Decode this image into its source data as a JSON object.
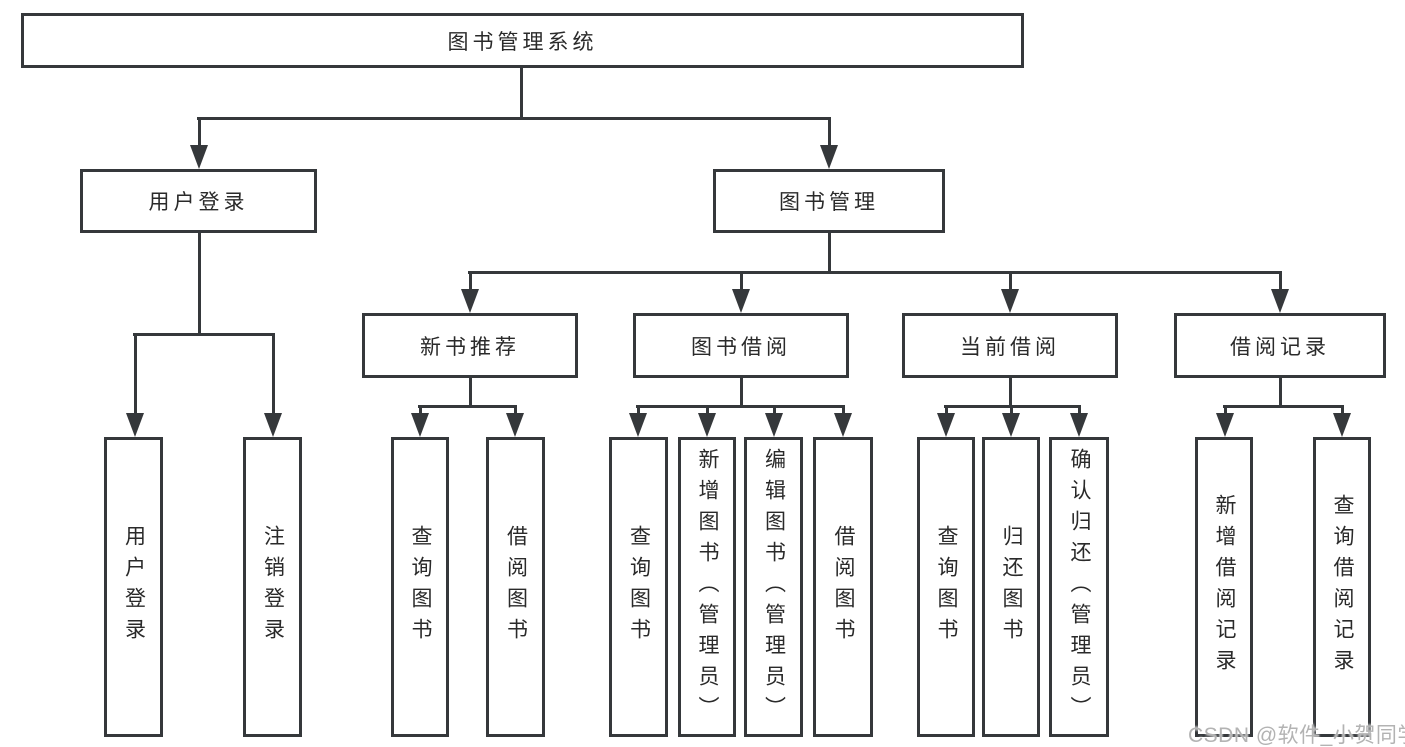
{
  "diagram_title": "图书管理系统",
  "colors": {
    "line": "#35383b",
    "text": "#2a2a2a",
    "background": "#ffffff",
    "watermark": "#b3b3b3"
  },
  "watermark": {
    "text": "CSDN @软件_小贺同学"
  },
  "nodes": {
    "root": {
      "label": "图书管理系统"
    },
    "login": {
      "label": "用户登录"
    },
    "mgmt": {
      "label": "图书管理"
    },
    "newbook": {
      "label": "新书推荐"
    },
    "borrow": {
      "label": "图书借阅"
    },
    "current": {
      "label": "当前借阅"
    },
    "records": {
      "label": "借阅记录"
    },
    "leaf_user_login": {
      "label": "用户登录"
    },
    "leaf_logout": {
      "label": "注销登录"
    },
    "leaf_nb_query": {
      "label": "查询图书"
    },
    "leaf_nb_borrow": {
      "label": "借阅图书"
    },
    "leaf_bw_query": {
      "label": "查询图书"
    },
    "leaf_bw_add": {
      "label": "新增图书（管理员）"
    },
    "leaf_bw_edit": {
      "label": "编辑图书（管理员）"
    },
    "leaf_bw_borrow": {
      "label": "借阅图书"
    },
    "leaf_cur_query": {
      "label": "查询图书"
    },
    "leaf_cur_return": {
      "label": "归还图书"
    },
    "leaf_cur_confirm": {
      "label": "确认归还（管理员）"
    },
    "leaf_rec_add": {
      "label": "新增借阅记录"
    },
    "leaf_rec_query": {
      "label": "查询借阅记录"
    }
  },
  "edges": [
    [
      "root",
      "login"
    ],
    [
      "root",
      "mgmt"
    ],
    [
      "login",
      "leaf_user_login"
    ],
    [
      "login",
      "leaf_logout"
    ],
    [
      "mgmt",
      "newbook"
    ],
    [
      "mgmt",
      "borrow"
    ],
    [
      "mgmt",
      "current"
    ],
    [
      "mgmt",
      "records"
    ],
    [
      "newbook",
      "leaf_nb_query"
    ],
    [
      "newbook",
      "leaf_nb_borrow"
    ],
    [
      "borrow",
      "leaf_bw_query"
    ],
    [
      "borrow",
      "leaf_bw_add"
    ],
    [
      "borrow",
      "leaf_bw_edit"
    ],
    [
      "borrow",
      "leaf_bw_borrow"
    ],
    [
      "current",
      "leaf_cur_query"
    ],
    [
      "current",
      "leaf_cur_return"
    ],
    [
      "current",
      "leaf_cur_confirm"
    ],
    [
      "records",
      "leaf_rec_add"
    ],
    [
      "records",
      "leaf_rec_query"
    ]
  ]
}
